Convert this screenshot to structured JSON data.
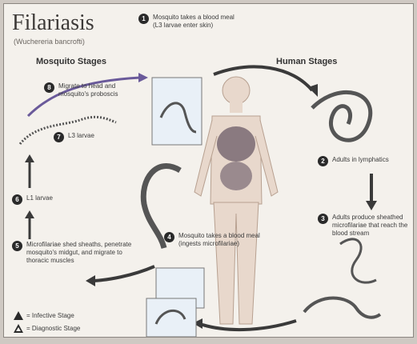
{
  "title": "Filariasis",
  "subtitle": "(Wuchereria bancrofti)",
  "mosquito_header": "Mosquito Stages",
  "human_header": "Human Stages",
  "stages": [
    {
      "num": "1",
      "text": "Mosquito takes a blood meal (L3 larvae enter skin)"
    },
    {
      "num": "2",
      "text": "Adults in lymphatics"
    },
    {
      "num": "3",
      "text": "Adults produce sheathed microfilariae that reach the blood stream"
    },
    {
      "num": "4",
      "text": "Mosquito takes a blood meal (ingests microfilariae)"
    },
    {
      "num": "5",
      "text": "Microfilariae shed sheaths, penetrate mosquito's midgut, and migrate to thoracic muscles"
    },
    {
      "num": "6",
      "text": "L1 larvae"
    },
    {
      "num": "7",
      "text": "L3 larvae"
    },
    {
      "num": "8",
      "text": "Migrate to head and mosquito's proboscis"
    }
  ],
  "legend": {
    "infective": {
      "symbol": "i",
      "text": "= Infective Stage"
    },
    "diagnostic": {
      "symbol": "d",
      "text": "= Diagnostic Stage"
    }
  },
  "colors": {
    "arrow": "#3a3a3a",
    "worm": "#555555",
    "worm_fill": "#b9b9b9",
    "skin": "#e8d8cc",
    "organs": "#8a7a80",
    "inset_bg": "#e9f0f7"
  }
}
